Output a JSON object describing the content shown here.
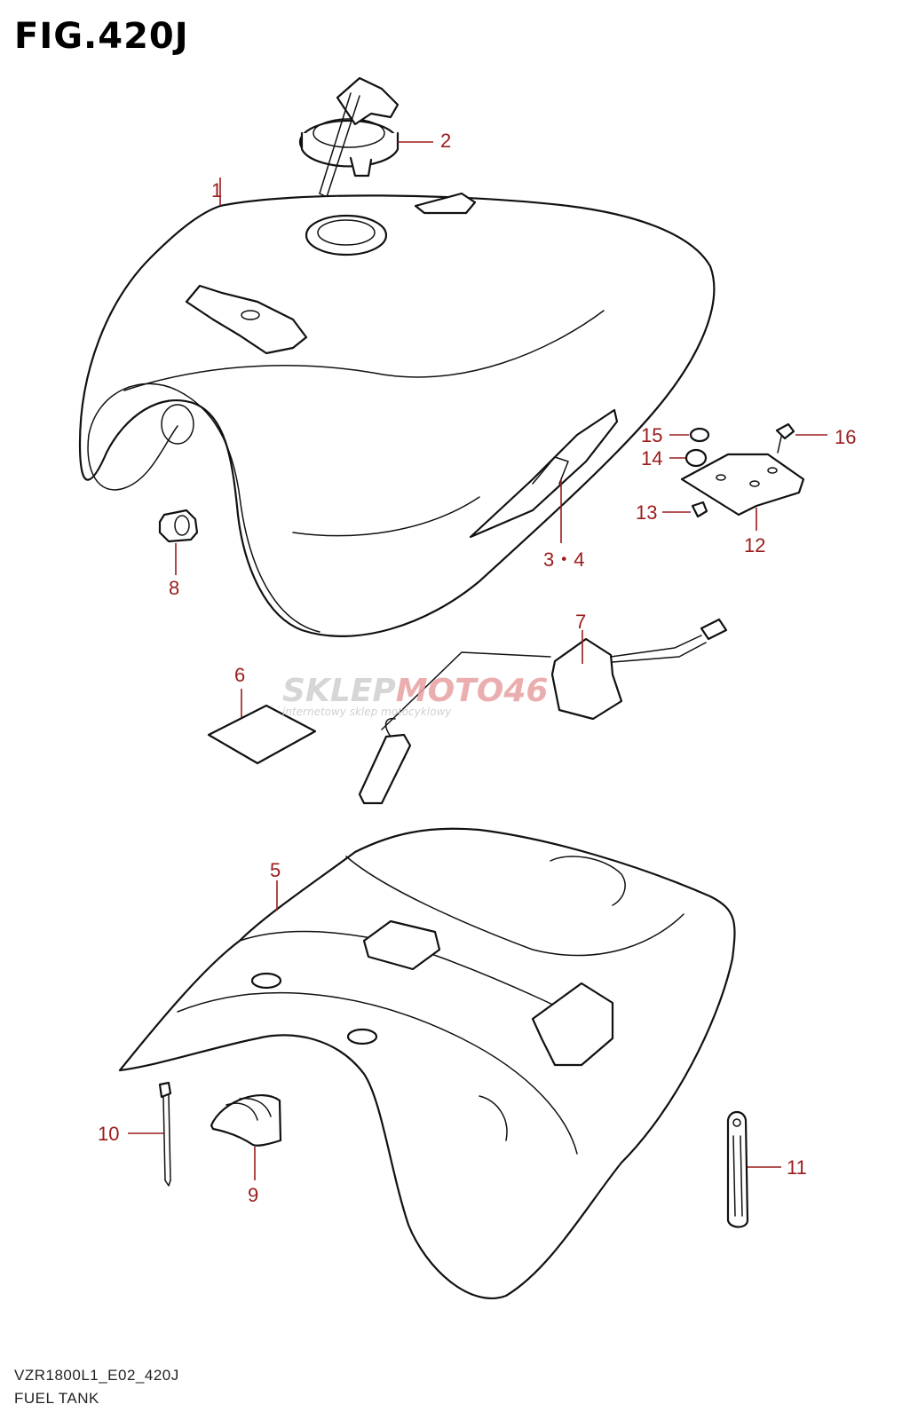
{
  "figure": {
    "title": "FIG.420J",
    "model_code": "VZR1800L1_E02_420J",
    "section_name": "FUEL TANK"
  },
  "callouts": [
    "1",
    "2",
    "3・4",
    "5",
    "6",
    "7",
    "8",
    "9",
    "10",
    "11",
    "12",
    "13",
    "14",
    "15",
    "16"
  ],
  "watermark": {
    "brand_part1": "SKLEP",
    "brand_part2": "MOTO",
    "brand_part3": "46",
    "tagline": "internetowy sklep motocyklowy",
    "colors": {
      "gray": "#cfcfcf",
      "red": "#e8a0a0"
    }
  },
  "colors": {
    "callout": "#9b1b1b",
    "line": "#111111"
  }
}
